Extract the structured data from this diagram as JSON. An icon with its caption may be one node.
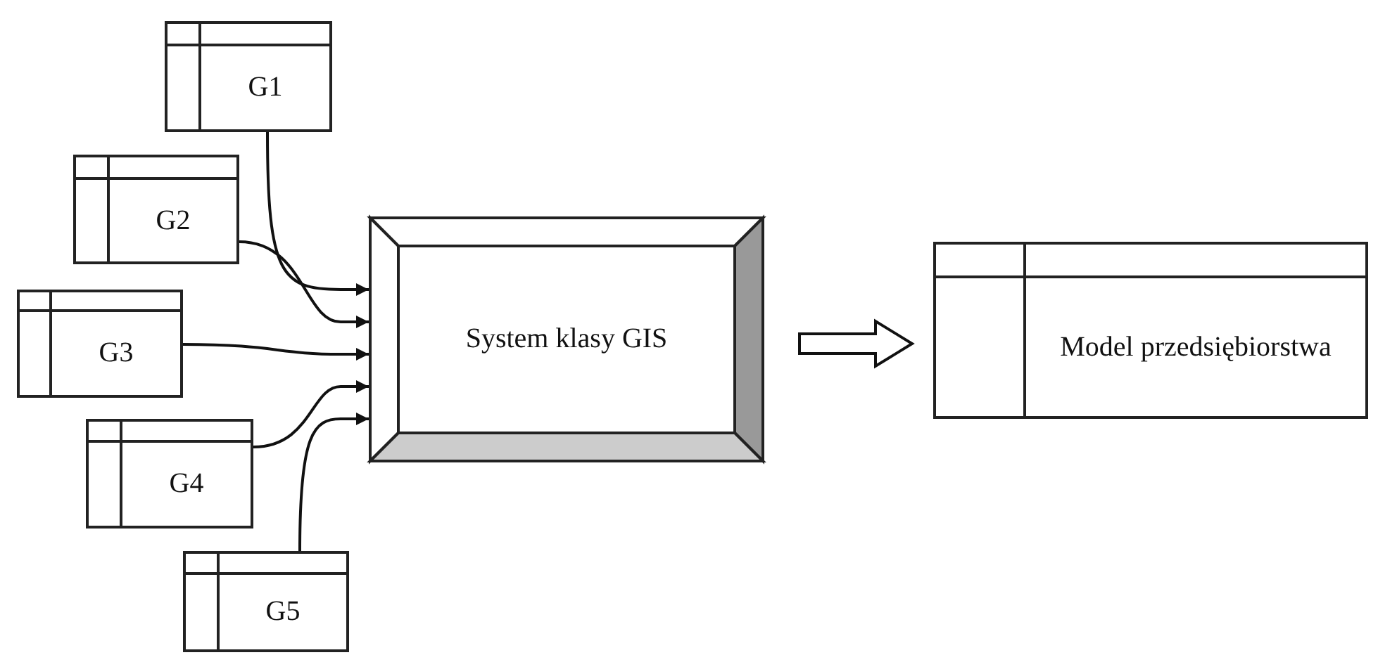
{
  "diagram": {
    "nodes": [
      {
        "text": [
          "G1"
        ]
      },
      {
        "text": [
          "G2"
        ]
      },
      {
        "text": [
          "G3"
        ]
      },
      {
        "text": [
          "G4"
        ]
      },
      {
        "text": [
          "G5"
        ]
      },
      {
        "text": [
          "System klasy GIS"
        ]
      },
      {
        "text": [
          "Model przedsiębiorstwa"
        ]
      }
    ],
    "edges": [
      {
        "from": 0,
        "to": 5,
        "arrow": "to"
      },
      {
        "from": 1,
        "to": 5,
        "arrow": "to"
      },
      {
        "from": 2,
        "to": 5,
        "arrow": "to"
      },
      {
        "from": 3,
        "to": 5,
        "arrow": "to"
      },
      {
        "from": 4,
        "to": 5,
        "arrow": "to"
      },
      {
        "from": 5,
        "to": 6,
        "arrow": "to",
        "style": "thick"
      }
    ]
  }
}
